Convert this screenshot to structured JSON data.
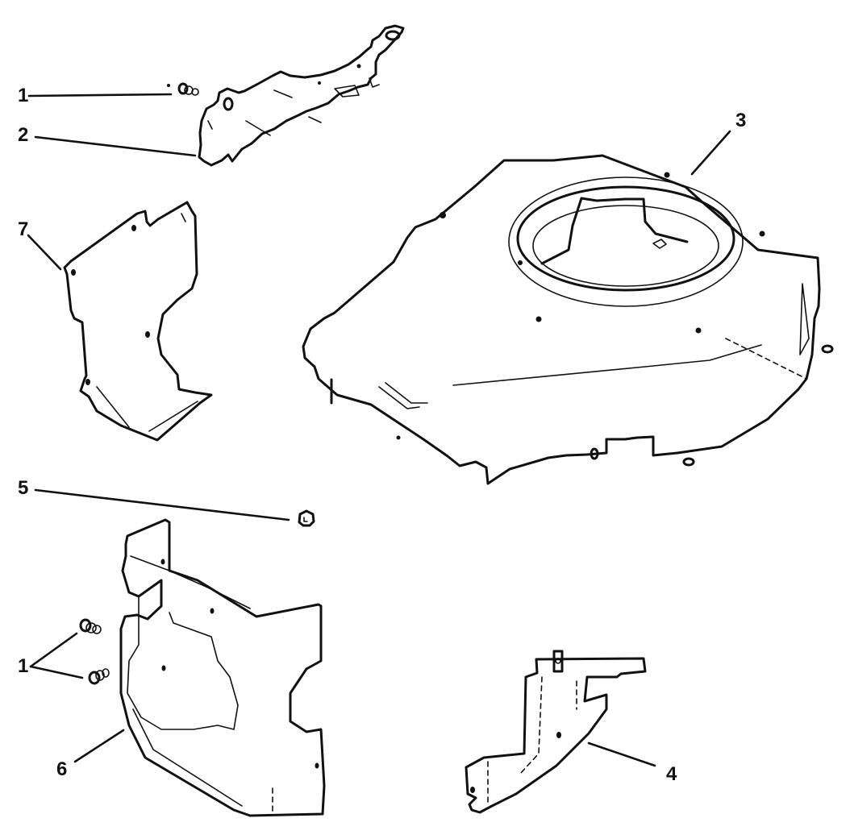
{
  "diagram": {
    "type": "exploded-parts-diagram",
    "subject": "engine blower housing and shrouds",
    "colors": {
      "ink": "#111111",
      "background": "#ffffff"
    },
    "callouts": [
      {
        "id": "c1a",
        "label": "1",
        "part": "screw (upper)"
      },
      {
        "id": "c2",
        "label": "2",
        "part": "upper shroud bracket"
      },
      {
        "id": "c3",
        "label": "3",
        "part": "blower housing"
      },
      {
        "id": "c7",
        "label": "7",
        "part": "side baffle"
      },
      {
        "id": "c5",
        "label": "5",
        "part": "nut"
      },
      {
        "id": "c1b",
        "label": "1",
        "part": "screws (lower pair)"
      },
      {
        "id": "c6",
        "label": "6",
        "part": "cylinder shroud"
      },
      {
        "id": "c4",
        "label": "4",
        "part": "lower bracket"
      }
    ]
  }
}
